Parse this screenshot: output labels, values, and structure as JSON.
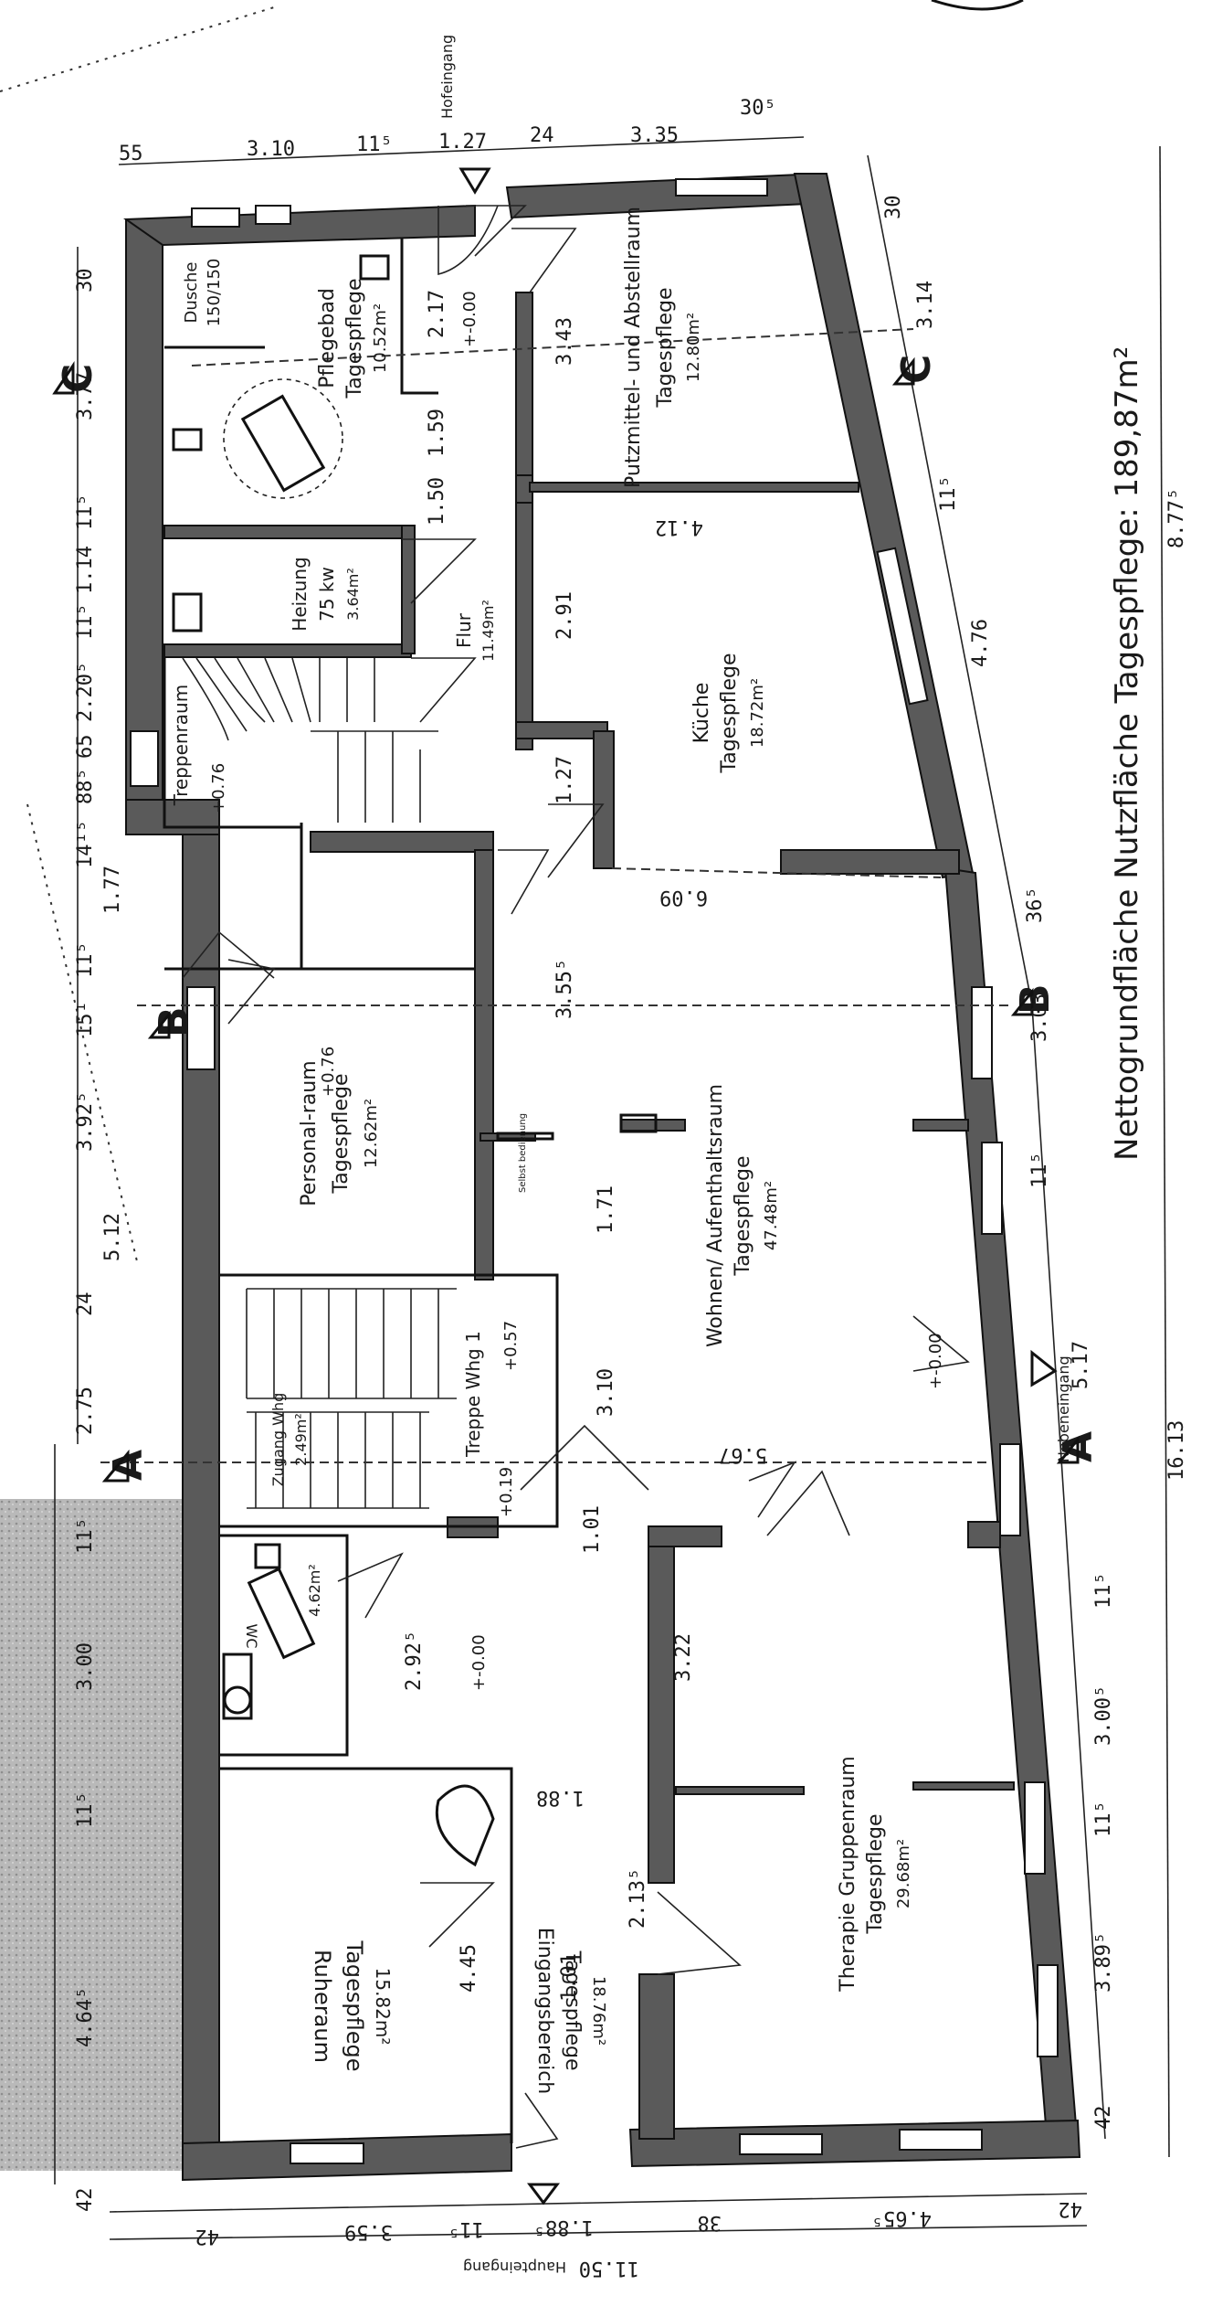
{
  "title": "Nettogrundfläche Nutzfläche Tagespflege: 189,87m²",
  "rooms": [
    {
      "name": "Ruheraum",
      "sub": "Tagespflege",
      "area": "15.82m²"
    },
    {
      "name": "Eingangsbereich",
      "sub": "Tagespflege",
      "area": "18.76m²"
    },
    {
      "name": "Therapie Gruppenraum",
      "sub": "Tagespflege",
      "area": "29.68m²"
    },
    {
      "name": "Wohnen/ Aufenthaltsraum",
      "sub": "Tagespflege",
      "area": "47.48m²"
    },
    {
      "name": "Personal-raum",
      "sub": "Tagespflege",
      "area": "12.62m²"
    },
    {
      "name": "Küche",
      "sub": "Tagespflege",
      "area": "18.72m²"
    },
    {
      "name": "Putzmittel- und Abstellraum",
      "sub": "Tagespflege",
      "area": "12.80m²"
    },
    {
      "name": "Pflegebad",
      "sub": "Tagespflege",
      "area": "10.52m²"
    },
    {
      "name": "Heizung",
      "sub": "75 kw",
      "area": "3.64m²"
    },
    {
      "name": "Flur",
      "sub": "",
      "area": "11.49m²"
    },
    {
      "name": "Treppenraum",
      "sub": "",
      "area": ""
    },
    {
      "name": "Treppe Whg 1",
      "sub": "",
      "area": ""
    },
    {
      "name": "Dusche",
      "sub": "150/150",
      "area": ""
    },
    {
      "name": "Zugang Whg",
      "sub": "",
      "area": "2.49m²"
    },
    {
      "name": "WC",
      "sub": "",
      "area": "4.62m²"
    }
  ],
  "entrances": [
    "Hofeingang",
    "Nebeneingang",
    "Haupteingang"
  ],
  "section_markers": [
    "A",
    "A",
    "B",
    "B",
    "C",
    "C"
  ],
  "levels": [
    "+-0.00",
    "+-0.00",
    "+-0.00",
    "+0.76",
    "+0.76",
    "+0.19",
    "+0.57"
  ],
  "dims_left": [
    "42",
    "4.64⁵",
    "11⁵",
    "3.00",
    "11⁵",
    "2.75",
    "24",
    "5.12",
    "3.92⁵",
    "15¹",
    "11⁵",
    "1.77",
    "14¹⁵",
    "88⁵",
    "65",
    "2.20⁵",
    "11⁵",
    "1.14",
    "11⁵",
    "3.77",
    "30"
  ],
  "dims_top": [
    "55",
    "3.10",
    "11⁵",
    "1.27",
    "24",
    "3.35",
    "30⁵"
  ],
  "dims_right": [
    "30",
    "3.14",
    "11⁵",
    "4.76",
    "8.77⁵",
    "36⁵",
    "3.03",
    "11⁵",
    "5.17",
    "16.13",
    "11⁵",
    "3.00⁵",
    "11⁵",
    "3.89⁵",
    "42"
  ],
  "dims_bottom": [
    "42",
    "3.59",
    "11⁵",
    "1.88⁵",
    "38",
    "4.65⁵",
    "42",
    "11.50"
  ],
  "inner_dims": [
    "3.55⁵",
    "6.09",
    "1.71",
    "5.67",
    "3.10",
    "3.22",
    "1.88",
    "4.45",
    "2.92⁵",
    "3.43",
    "2.91",
    "4.12",
    "1.27",
    "1.01",
    "2.13⁵",
    "1.59",
    "1.50",
    "2.17",
    "1.01"
  ],
  "sink_label": "Selbst bedienung"
}
